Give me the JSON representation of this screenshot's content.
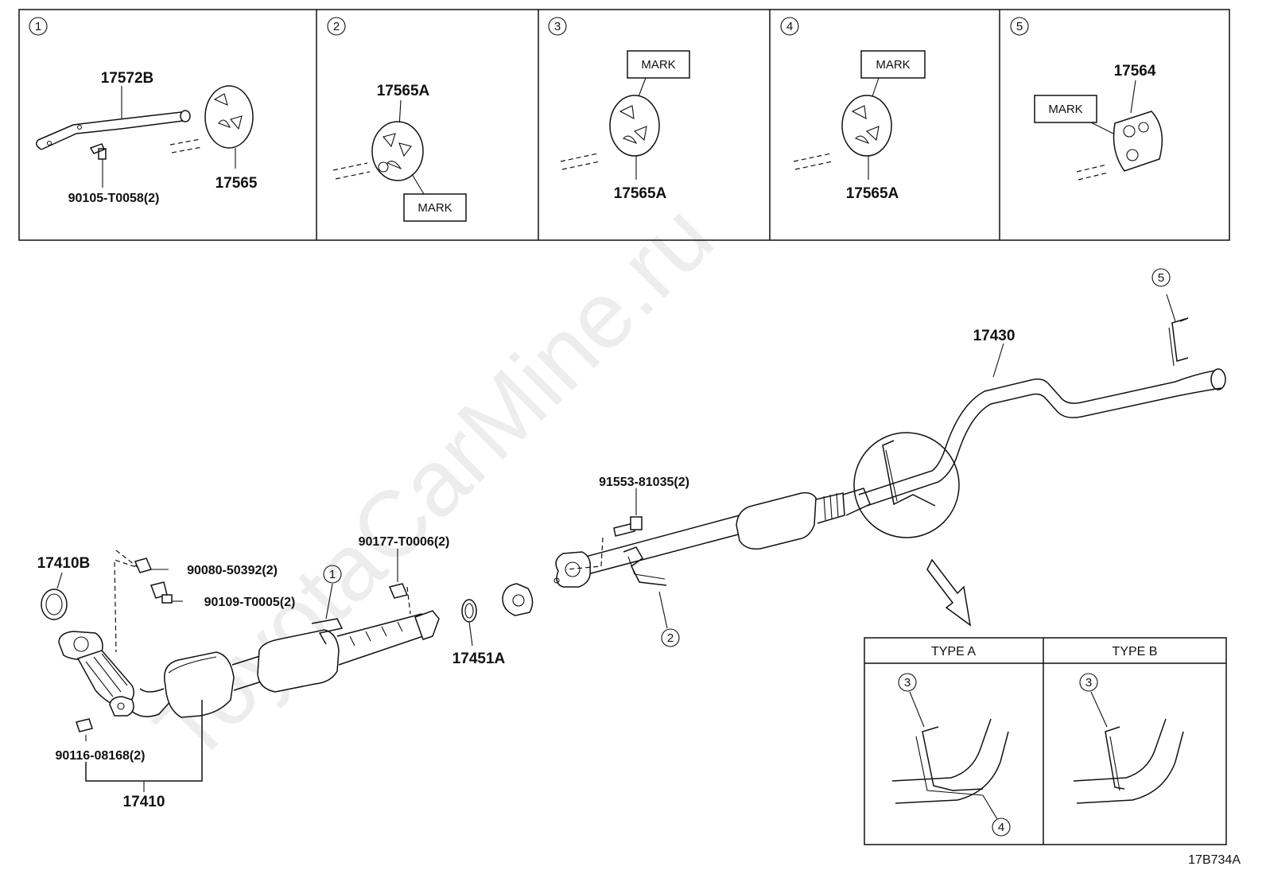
{
  "watermark": "ToyotaCarMine.ru",
  "diagram_code": "17B734A",
  "mark_label": "MARK",
  "detail_panels": [
    {
      "index": "1",
      "parts": [
        "17572B",
        "17565",
        "90105-T0058(2)"
      ]
    },
    {
      "index": "2",
      "parts": [
        "17565A"
      ]
    },
    {
      "index": "3",
      "parts": [
        "17565A"
      ]
    },
    {
      "index": "4",
      "parts": [
        "17565A"
      ]
    },
    {
      "index": "5",
      "parts": [
        "17564"
      ]
    }
  ],
  "main_parts": {
    "tailpipe": "17430",
    "front_pipe_gasket": "17410B",
    "stud_upper": "90080-50392(2)",
    "bolt_upper": "90109-T0005(2)",
    "nut": "90177-T0006(2)",
    "gasket": "17451A",
    "center_bolt": "91553-81035(2)",
    "stud_lower": "90116-08168(2)",
    "front_pipe": "17410"
  },
  "callouts": {
    "c1": "1",
    "c2": "2",
    "c5": "5",
    "c3": "3",
    "c4": "4"
  },
  "types_table": {
    "type_a": "TYPE A",
    "type_b": "TYPE B"
  }
}
